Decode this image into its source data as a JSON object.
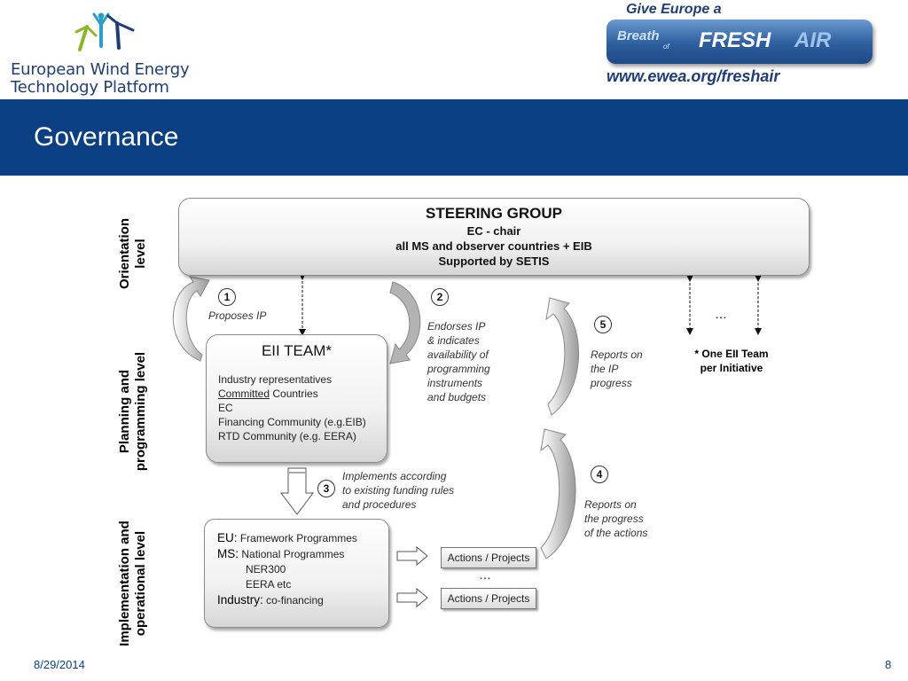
{
  "header": {
    "org_name_line1": "European Wind Energy",
    "org_name_line2": "Technology Platform",
    "campaign_line1": "Give Europe a",
    "campaign_breath": "Breath",
    "campaign_of": "of",
    "campaign_fresh": "FRESH",
    "campaign_air": "AIR",
    "campaign_url": "www.ewea.org/freshair",
    "slide_title": "Governance"
  },
  "levels": {
    "orientation": [
      "Orientation",
      "level"
    ],
    "planning": [
      "Planning and",
      "programming level"
    ],
    "implementation": [
      "Implementation and",
      "operational level"
    ]
  },
  "steering_group": {
    "title": "STEERING GROUP",
    "line1": "EC - chair",
    "line2": "all MS and observer countries + EIB",
    "line3": "Supported by SETIS"
  },
  "eii_team": {
    "title": "EII TEAM*",
    "item1": "Industry representatives",
    "item2_underlined": "Committed",
    "item2_rest": " Countries",
    "item3": "EC",
    "item4": "Financing Community (e.g.EIB)",
    "item5": "RTD Community (e.g. EERA)"
  },
  "implementation_box": {
    "eu_key": "EU:",
    "eu_value": " Framework Programmes",
    "ms_key": "MS:",
    "ms_value": " National Programmes",
    "ms_sub1": "NER300",
    "ms_sub2": "EERA etc",
    "industry_key": "Industry:",
    "industry_value": " co-financing"
  },
  "actions": {
    "box1": "Actions / Projects",
    "ellipsis": "…",
    "box2": "Actions / Projects"
  },
  "steps": [
    {
      "num": "1",
      "label": "Proposes IP"
    },
    {
      "num": "2",
      "label_lines": [
        "Endorses IP",
        "& indicates",
        "availability of",
        "programming",
        "instruments",
        "and budgets"
      ]
    },
    {
      "num": "3",
      "label_lines": [
        "Implements according",
        "to existing funding rules",
        "and procedures"
      ]
    },
    {
      "num": "4",
      "label_lines": [
        "Reports on",
        "the progress",
        "of the actions"
      ]
    },
    {
      "num": "5",
      "label_lines": [
        "Reports on",
        "the IP",
        "progress"
      ]
    }
  ],
  "top_right_ellipsis": "…",
  "note_lines": [
    "* One EII Team",
    "per Initiative"
  ],
  "footer": {
    "date": "8/29/2014",
    "page": "8"
  }
}
